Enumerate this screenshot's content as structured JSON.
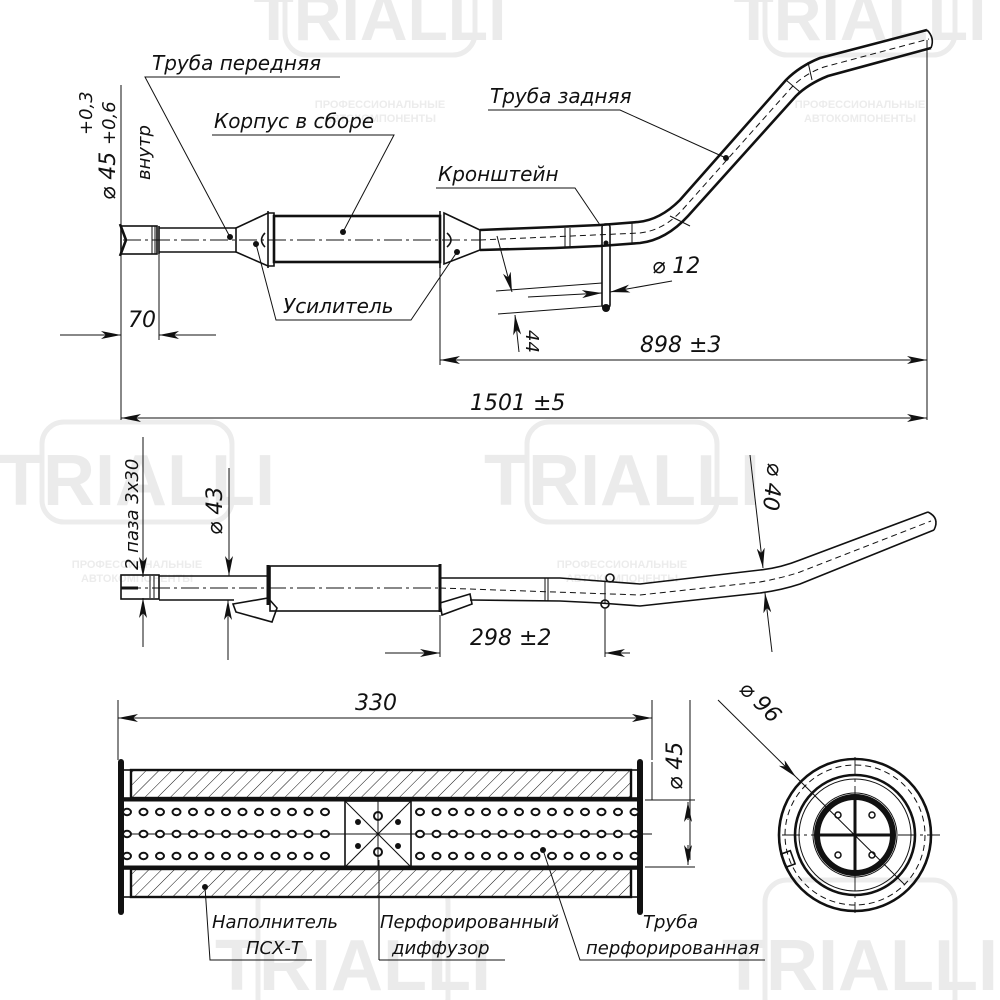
{
  "watermark": {
    "brand": "TRIALLI",
    "tagline_line1": "ПРОФЕССИОНАЛЬНЫЕ",
    "tagline_line2": "АВТОКОМПОНЕНТЫ"
  },
  "top_view": {
    "labels": {
      "front_pipe": "Труба передняя",
      "body_assembly": "Корпус в сборе",
      "rear_pipe": "Труба задняя",
      "bracket": "Кронштейн",
      "reinforcement": "Усилитель"
    },
    "dimensions": {
      "inlet_diameter": "⌀ 45",
      "inlet_tolerance_upper": "+0,6",
      "inlet_tolerance_lower": "+0,3",
      "inlet_note": "внутр",
      "inlet_length": "70",
      "bracket_diameter": "⌀ 12",
      "bracket_offset": "44",
      "rear_length": "898 ±3",
      "overall_length": "1501 ±5"
    }
  },
  "side_view": {
    "dimensions": {
      "slots": "2 паза 3x30",
      "pipe_diameter": "⌀ 43",
      "outlet_diameter": "⌀ 40",
      "hanger_distance": "298 ±2"
    }
  },
  "section_view": {
    "dimensions": {
      "body_length": "330",
      "pipe_diameter": "⌀ 45",
      "body_diameter": "⌀ 96"
    },
    "labels": {
      "filler_line1": "Наполнитель",
      "filler_line2": "ПСХ-Т",
      "diffuser_line1": "Перфорированный",
      "diffuser_line2": "диффузор",
      "perf_pipe_line1": "Труба",
      "perf_pipe_line2": "перфорированная"
    }
  }
}
